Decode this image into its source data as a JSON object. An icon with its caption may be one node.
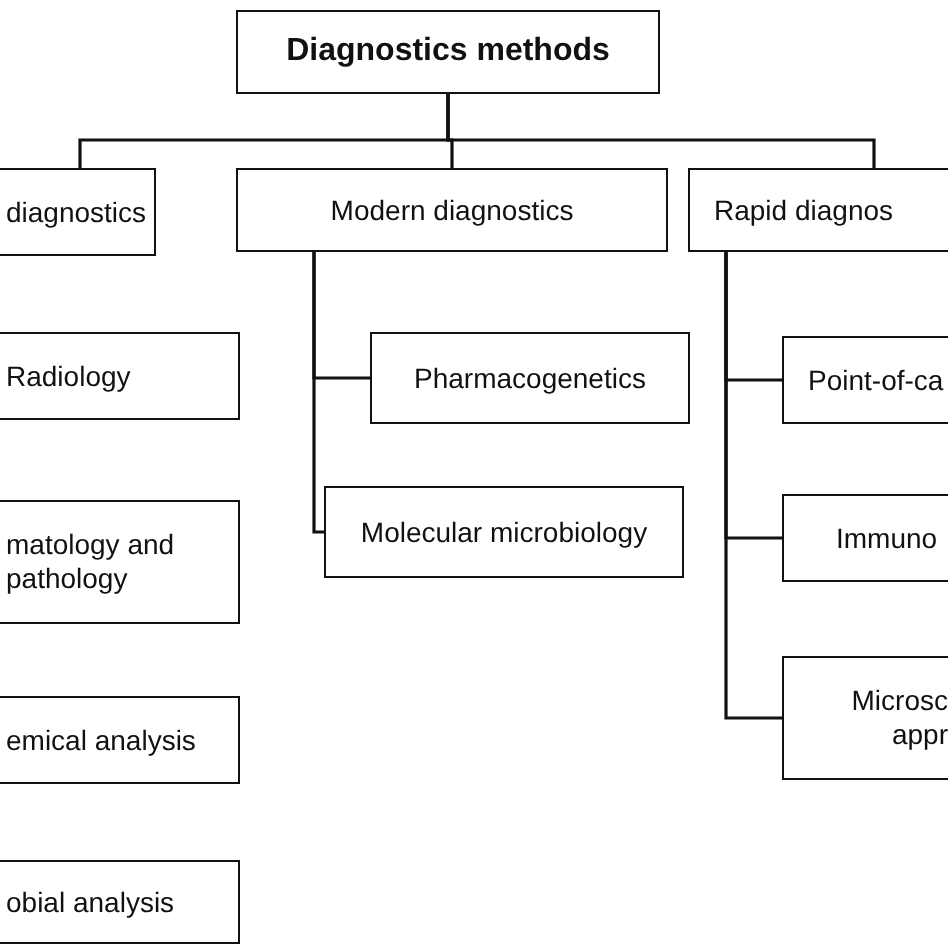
{
  "diagram": {
    "nodes": [
      {
        "text": [
          "Diagnostics methods"
        ]
      },
      {
        "text": [
          "diagnostics"
        ]
      },
      {
        "text": [
          "Modern diagnostics"
        ]
      },
      {
        "text": [
          "Rapid diagnos"
        ]
      },
      {
        "text": [
          "Radiology"
        ]
      },
      {
        "text": [
          "matology and pathology"
        ]
      },
      {
        "text": [
          "emical analysis"
        ]
      },
      {
        "text": [
          "obial analysis"
        ]
      },
      {
        "text": [
          "Pharmacogenetics"
        ]
      },
      {
        "text": [
          "Molecular microbiology"
        ]
      },
      {
        "text": [
          "Point-of-ca"
        ]
      },
      {
        "text": [
          "Immuno"
        ]
      },
      {
        "text": [
          "Microsc appr"
        ]
      }
    ],
    "edges": [
      {
        "from": 0,
        "to": 1,
        "arrow": "none"
      },
      {
        "from": 0,
        "to": 2,
        "arrow": "none"
      },
      {
        "from": 0,
        "to": 3,
        "arrow": "none"
      },
      {
        "from": 2,
        "to": 8,
        "arrow": "none"
      },
      {
        "from": 2,
        "to": 9,
        "arrow": "none"
      },
      {
        "from": 3,
        "to": 10,
        "arrow": "none"
      },
      {
        "from": 3,
        "to": 11,
        "arrow": "none"
      },
      {
        "from": 3,
        "to": 12,
        "arrow": "none"
      }
    ]
  }
}
